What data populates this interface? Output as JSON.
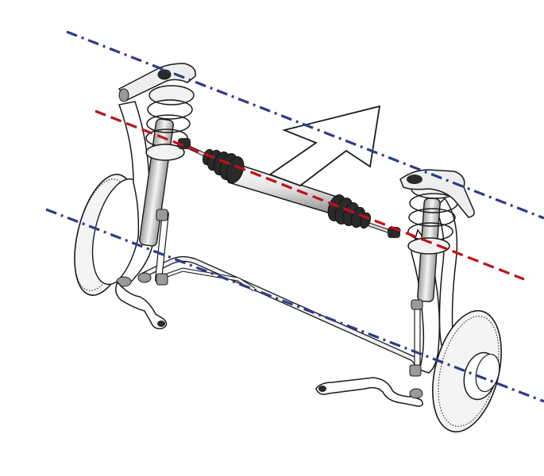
{
  "figure": {
    "subject": "front-suspension-steering-axis",
    "components": [
      "upper-axis-line",
      "steering-axis-line",
      "lower-axis-line",
      "direction-arrow",
      "steering-rack",
      "left-strut-assembly",
      "right-strut-assembly",
      "left-brake-disc",
      "right-brake-disc",
      "anti-roll-bar",
      "left-control-arm",
      "right-control-arm"
    ],
    "colors": {
      "axis_blue": "#2e3a8c",
      "axis_red": "#c0101a",
      "outline": "#1a1a1a",
      "boot_dark": "#2a2a2a",
      "metal_light": "#f2f2f2",
      "metal_mid": "#c8c8c8",
      "metal_dark": "#7a7a7a"
    }
  }
}
